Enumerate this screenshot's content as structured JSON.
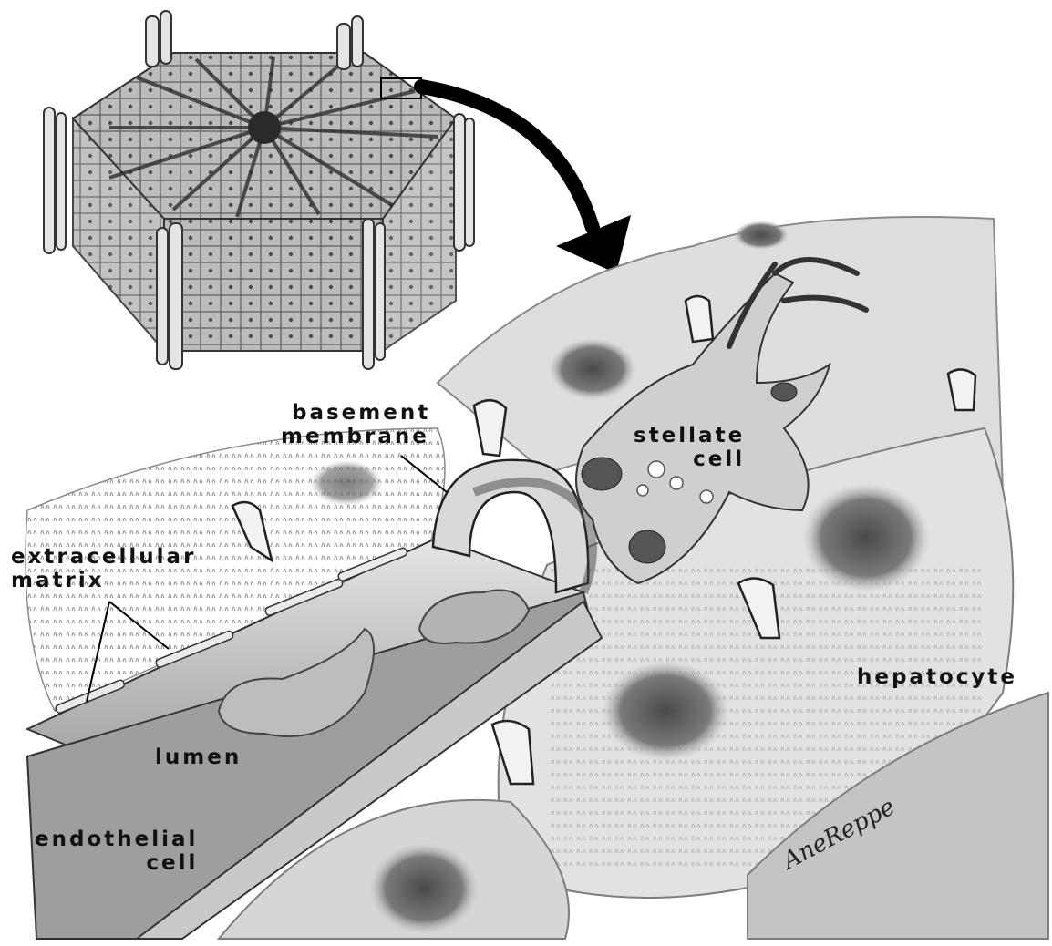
{
  "labels": {
    "basement_membrane": [
      "basement",
      "membrane"
    ],
    "stellate_cell": [
      "stellate",
      "cell"
    ],
    "extracellular_matrix": [
      "extracellular",
      "matrix"
    ],
    "hepatocyte": "hepatocyte",
    "lumen": "lumen",
    "endothelial_cell": [
      "endothelial",
      "cell"
    ]
  },
  "signature": "AneReppe",
  "colors": {
    "ink": "#111111",
    "tissue_light": "#d9d9d9",
    "tissue_mid": "#a8a8a8",
    "tissue_dark": "#555555",
    "nucleus": "#6a6a6a",
    "paper": "#ffffff"
  }
}
